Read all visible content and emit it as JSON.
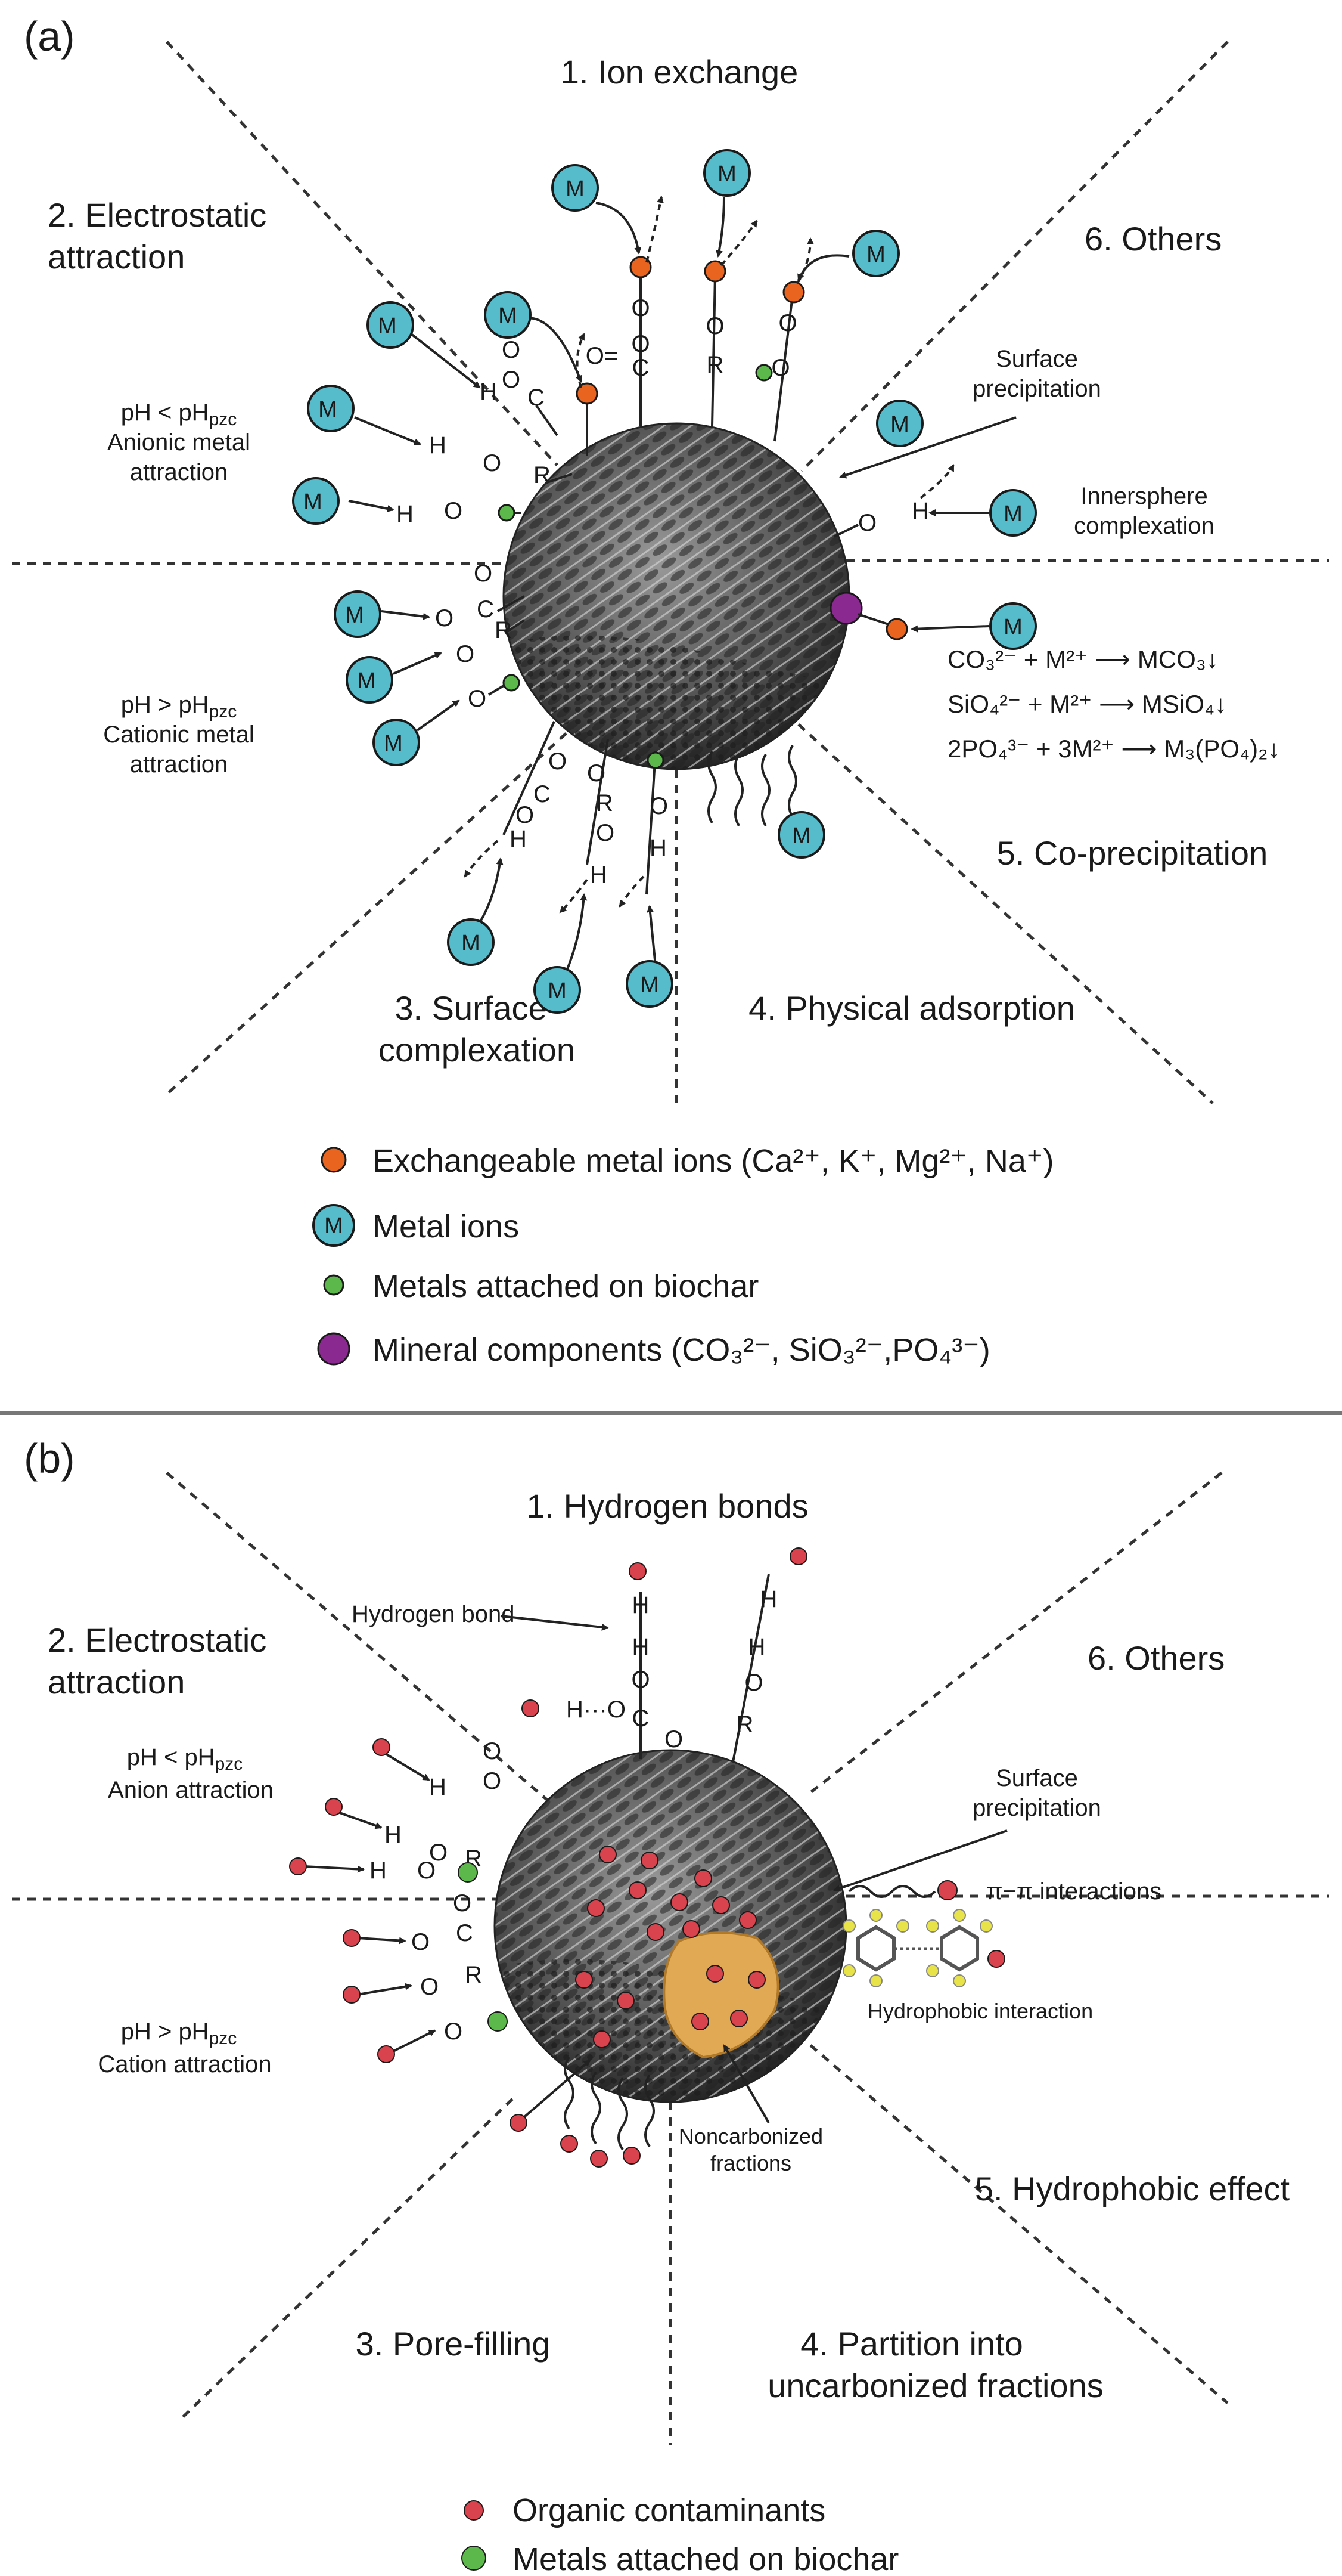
{
  "panel_a": {
    "label": "(a)",
    "mechanisms": {
      "ion_exchange": "1. Ion exchange",
      "electrostatic_1": "2. Electrostatic",
      "electrostatic_2": "attraction",
      "surface_complexation_1": "3. Surface",
      "surface_complexation_2": "complexation",
      "physical_adsorption": "4. Physical adsorption",
      "co_precipitation": "5. Co-precipitation",
      "others": "6. Others"
    },
    "conditions": {
      "anionic_ph": "pH < pH",
      "pzc": "pzc",
      "anionic_desc_1": "Anionic metal",
      "anionic_desc_2": "attraction",
      "cationic_ph": "pH > pH",
      "cationic_desc_1": "Cationic metal",
      "cationic_desc_2": "attraction"
    },
    "others_items": {
      "surface_1": "Surface",
      "surface_2": "precipitation",
      "inner_1": "Innersphere",
      "inner_2": "complexation"
    },
    "equations": [
      "CO₃²⁻ + M²⁺ ⟶ MCO₃↓",
      "SiO₄²⁻ + M²⁺ ⟶ MSiO₄↓",
      "2PO₄³⁻ + 3M²⁺ ⟶ M₃(PO₄)₂↓"
    ],
    "metal_symbol": "M",
    "legend": [
      {
        "text": "Exchangeable metal ions (Ca²⁺, K⁺, Mg²⁺, Na⁺)",
        "color": "#e8641f"
      },
      {
        "text": "Metal ions",
        "color": "#56bccb"
      },
      {
        "text": "Metals attached on biochar",
        "color": "#5cb84a"
      },
      {
        "text": "Mineral components (CO₃²⁻, SiO₃²⁻,PO₄³⁻)",
        "color": "#8a2a90"
      }
    ]
  },
  "panel_b": {
    "label": "(b)",
    "mechanisms": {
      "hydrogen_bonds": "1. Hydrogen bonds",
      "electrostatic_1": "2. Electrostatic",
      "electrostatic_2": "attraction",
      "pore_filling": "3. Pore-filling",
      "partition_1": "4. Partition into",
      "partition_2": "uncarbonized fractions",
      "hydrophobic_effect": "5. Hydrophobic effect",
      "others": "6. Others"
    },
    "conditions": {
      "anion_ph": "pH < pH",
      "pzc": "pzc",
      "anion_desc": "Anion attraction",
      "cation_ph": "pH > pH",
      "cation_desc": "Cation attraction"
    },
    "annotations": {
      "hydrogen_bond": "Hydrogen bond",
      "surface_1": "Surface",
      "surface_2": "precipitation",
      "pi_pi": "π−π interactions",
      "hydrophobic_interaction": "Hydrophobic interaction",
      "noncarbonized_1": "Noncarbonized",
      "noncarbonized_2": "fractions"
    },
    "legend": [
      {
        "text": "Organic contaminants",
        "color": "#d9434e"
      },
      {
        "text": "Metals attached on biochar",
        "color": "#5cb84a"
      }
    ]
  }
}
